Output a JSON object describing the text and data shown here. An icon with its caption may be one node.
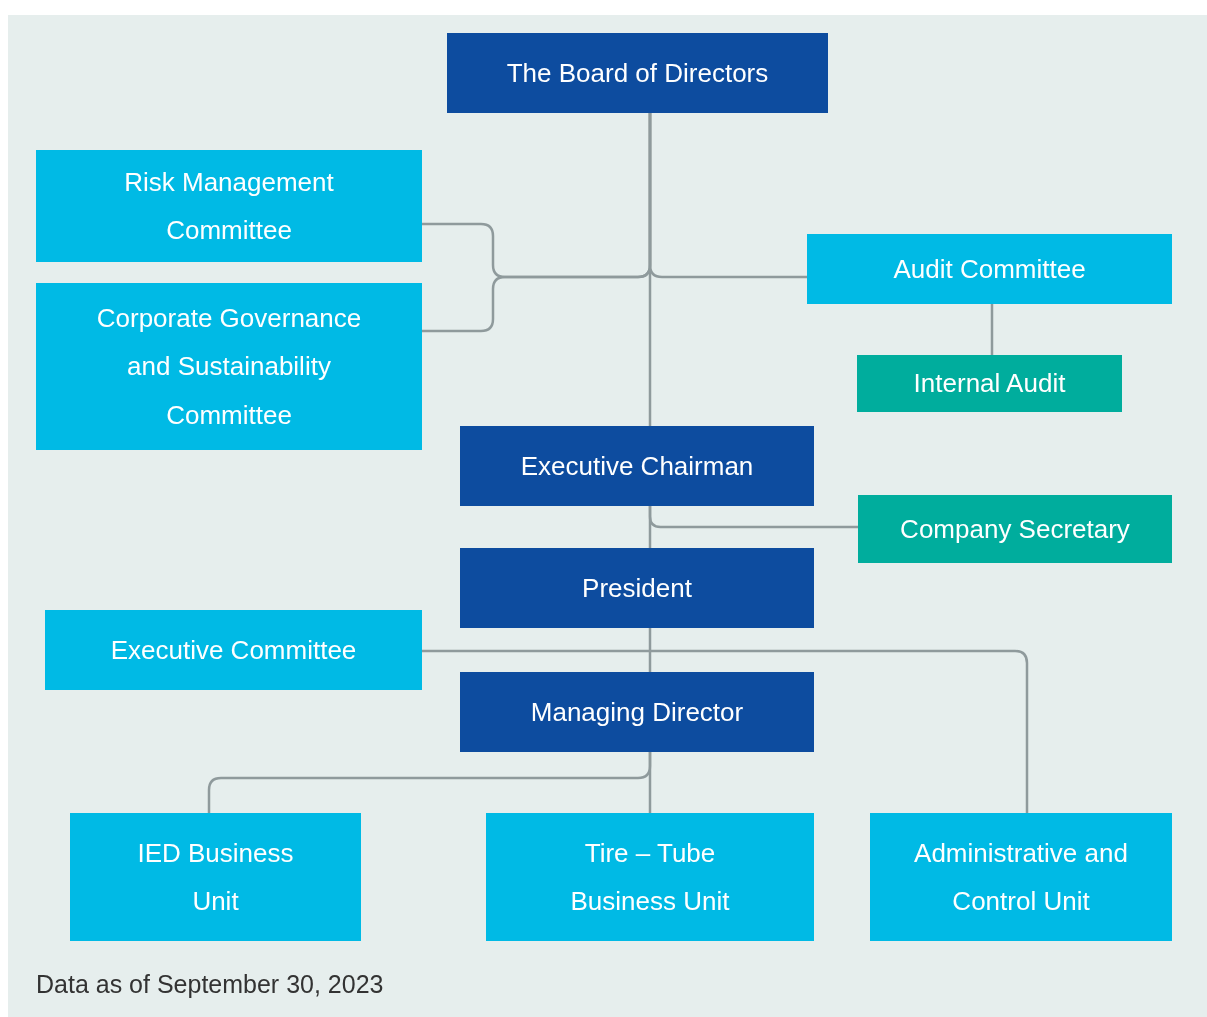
{
  "diagram": {
    "nodes": [
      {
        "text": [
          "The Board of Directors"
        ]
      },
      {
        "text": [
          "Risk Management Committee"
        ]
      },
      {
        "text": [
          "Corporate Governance and Sustainability Committee"
        ]
      },
      {
        "text": [
          "Audit Committee"
        ]
      },
      {
        "text": [
          "Internal Audit"
        ]
      },
      {
        "text": [
          "Executive Chairman"
        ]
      },
      {
        "text": [
          "Company Secretary"
        ]
      },
      {
        "text": [
          "President"
        ]
      },
      {
        "text": [
          "Executive Committee"
        ]
      },
      {
        "text": [
          "Managing Director"
        ]
      },
      {
        "text": [
          "IED Business Unit"
        ]
      },
      {
        "text": [
          "Tire – Tube Business Unit"
        ]
      },
      {
        "text": [
          "Administrative and Control Unit"
        ]
      }
    ],
    "edges": [
      {
        "from": 0,
        "to": 1,
        "arrow": "none"
      },
      {
        "from": 0,
        "to": 2,
        "arrow": "none"
      },
      {
        "from": 0,
        "to": 3,
        "arrow": "none"
      },
      {
        "from": 0,
        "to": 5,
        "arrow": "none"
      },
      {
        "from": 3,
        "to": 4,
        "arrow": "none"
      },
      {
        "from": 5,
        "to": 7,
        "arrow": "none"
      },
      {
        "from": 5,
        "to": 6,
        "arrow": "none"
      },
      {
        "from": 7,
        "to": 9,
        "arrow": "none"
      },
      {
        "from": 8,
        "to": 12,
        "arrow": "none"
      },
      {
        "from": 9,
        "to": 10,
        "arrow": "none"
      },
      {
        "from": 9,
        "to": 11,
        "arrow": "none"
      }
    ],
    "labels": [
      "Data as of September 30, 2023"
    ]
  }
}
